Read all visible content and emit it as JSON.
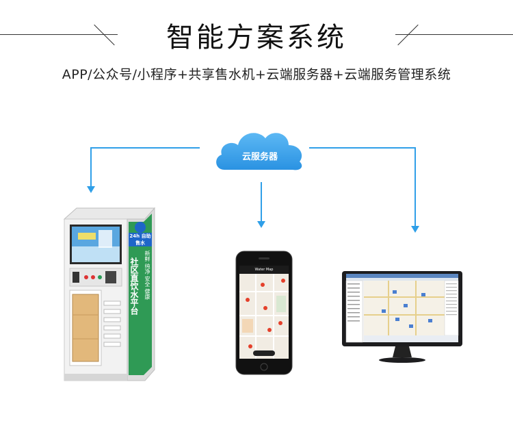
{
  "header": {
    "title": "智能方案系统",
    "subtitle": "APP/公众号/小程序+共享售水机+云端服务器+云端服务管理系统"
  },
  "cloud": {
    "label": "云服务器"
  },
  "kiosk": {
    "badge": "24h",
    "badge_text": "自助售水",
    "side_text": "社区直饮水平台",
    "side_text_small": [
      "新鲜",
      "纯净",
      "安全",
      "健康"
    ]
  },
  "phone": {
    "app_title": "Water Map"
  },
  "colors": {
    "connector": "#2f9fe8",
    "cloud": "#3aa2ee",
    "kiosk_green": "#2f9a55",
    "monitor_frame": "#1d1d1f"
  }
}
